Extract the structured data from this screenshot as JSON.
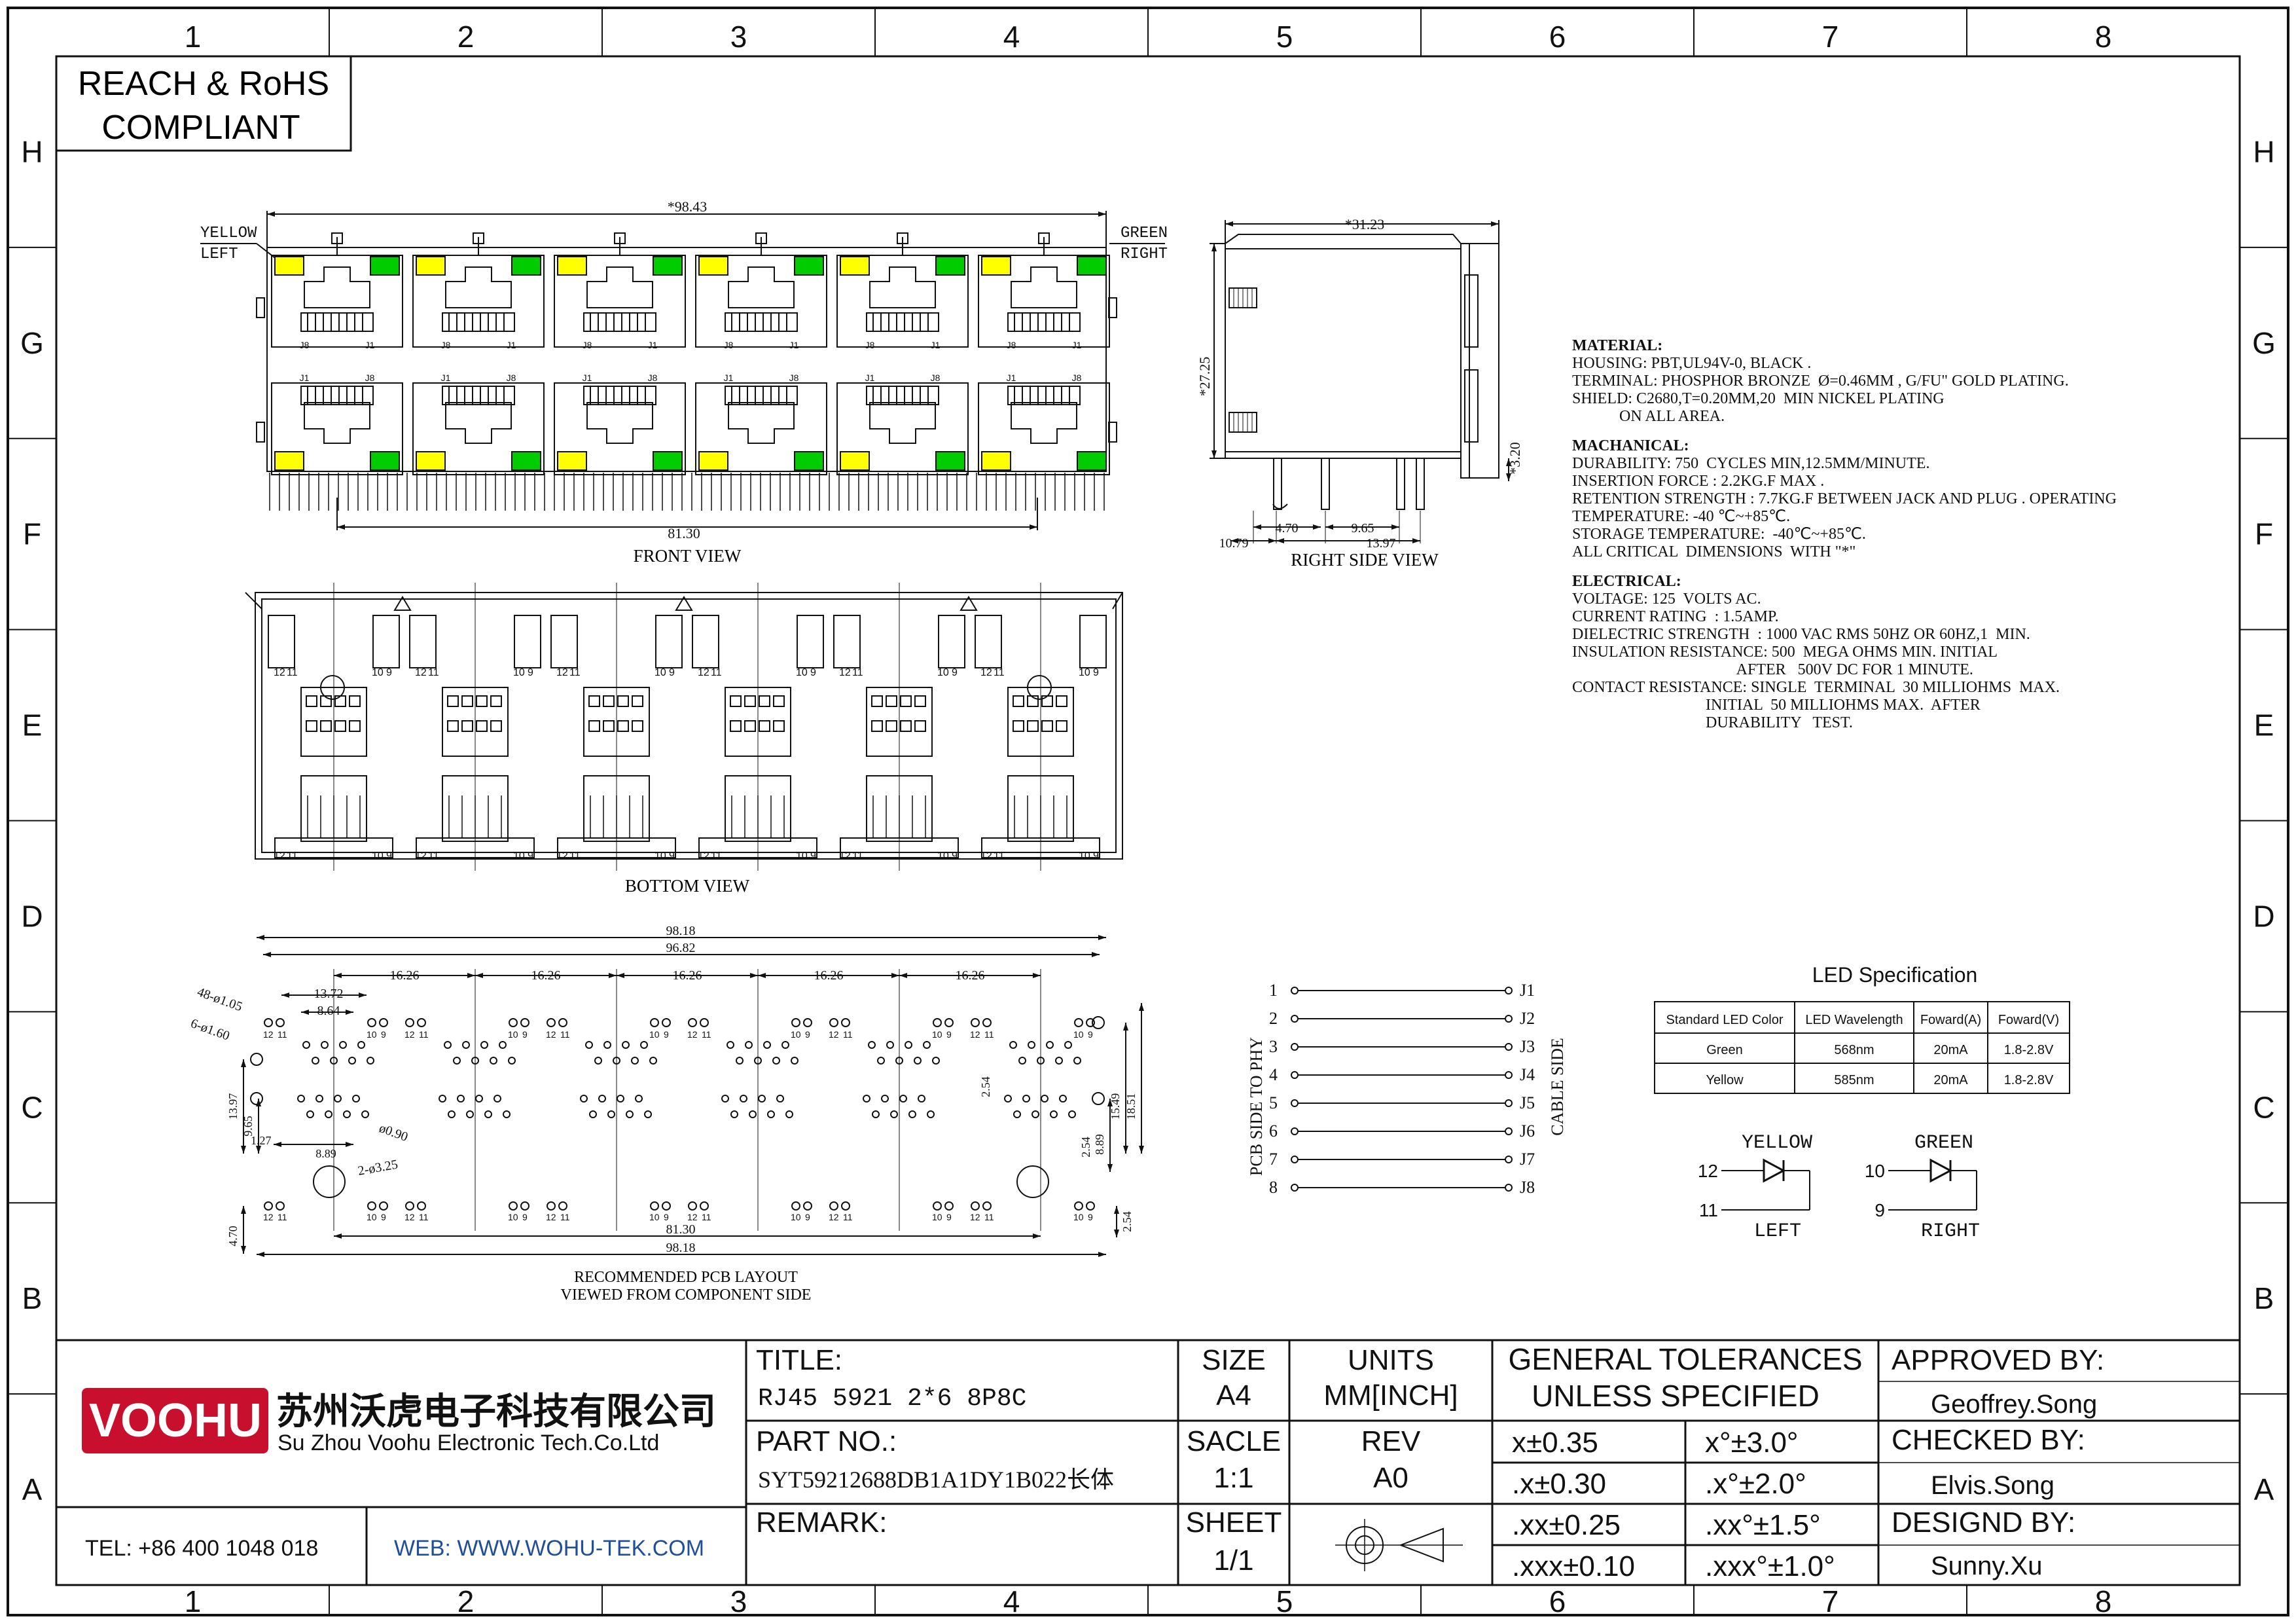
{
  "compliance": [
    "REACH & RoHS",
    "COMPLIANT"
  ],
  "zones": {
    "cols": [
      "1",
      "2",
      "3",
      "4",
      "5",
      "6",
      "7",
      "8"
    ],
    "rows": [
      "H",
      "G",
      "F",
      "E",
      "D",
      "C",
      "B",
      "A"
    ]
  },
  "front_view": {
    "title": "FRONT VIEW",
    "led_left": [
      "YELLOW",
      "LEFT"
    ],
    "led_right": [
      "GREEN",
      "RIGHT"
    ],
    "dim_width": "*98.43",
    "dim_pitch": "81.30",
    "pin_j8": "J8",
    "pin_j1": "J1"
  },
  "right_side_view": {
    "title": "RIGHT SIDE VIEW",
    "dim_depth": "*31.23",
    "dim_height": "*27.25",
    "dim_pin": "*3.20",
    "dim_a": "4.70",
    "dim_b": "9.65",
    "dim_c": "10.79",
    "dim_d": "13.97"
  },
  "bottom_view": {
    "title": "BOTTOM VIEW",
    "pin_labels": [
      "12",
      "11",
      "10",
      "9"
    ]
  },
  "pcb_layout": {
    "title": [
      "RECOMMENDED PCB LAYOUT",
      "VIEWED FROM COMPONENT SIDE"
    ],
    "dims": {
      "w1": "98.18",
      "w2": "96.82",
      "pitch": "16.26",
      "d1": "13.72",
      "d2": "8.64",
      "hole1": "48-ø1.05",
      "hole2": "6-ø1.60",
      "hole3": "2-ø3.25",
      "hole4": "ø0.90",
      "v1": "13.97",
      "v2": "9.65",
      "v3": "1.27",
      "v4": "8.89",
      "v5": "2.54",
      "v6": "15.49",
      "v7": "18.51",
      "v8": "8.89",
      "v9": "2.54",
      "v10": "2.54",
      "v11": "4.70",
      "w3": "81.30",
      "w4": "98.18"
    }
  },
  "pin_diagram": {
    "left_label": "PCB SIDE TO PHY",
    "right_label": "CABLE SIDE",
    "left_pins": [
      "1",
      "2",
      "3",
      "4",
      "5",
      "6",
      "7",
      "8"
    ],
    "right_pins": [
      "J1",
      "J2",
      "J3",
      "J4",
      "J5",
      "J6",
      "J7",
      "J8"
    ]
  },
  "specs": [
    {
      "t": "MATERIAL:",
      "b": true
    },
    {
      "t": "HOUSING: PBT,UL94V-0, BLACK ."
    },
    {
      "t": "TERMINAL: PHOSPHOR BRONZE  Ø=0.46MM , G/FU\" GOLD PLATING."
    },
    {
      "t": "SHIELD: C2680,T=0.20MM,20  MIN NICKEL PLATING"
    },
    {
      "t": "            ON ALL AREA."
    },
    {
      "t": "MACHANICAL:",
      "b": true
    },
    {
      "t": "DURABILITY: 750  CYCLES MIN,12.5MM/MINUTE."
    },
    {
      "t": "INSERTION FORCE : 2.2KG.F MAX ."
    },
    {
      "t": "RETENTION STRENGTH : 7.7KG.F BETWEEN JACK AND PLUG . OPERATING"
    },
    {
      "t": "TEMPERATURE: -40 ℃~+85℃."
    },
    {
      "t": "STORAGE TEMPERATURE:  -40℃~+85℃."
    },
    {
      "t": "ALL CRITICAL  DIMENSIONS  WITH \"*\""
    },
    {
      "t": "ELECTRICAL:",
      "b": true
    },
    {
      "t": "VOLTAGE: 125  VOLTS AC."
    },
    {
      "t": "CURRENT RATING  : 1.5AMP."
    },
    {
      "t": "DIELECTRIC STRENGTH  : 1000 VAC RMS 50HZ OR 60HZ,1  MIN."
    },
    {
      "t": "INSULATION RESISTANCE: 500  MEGA OHMS MIN. INITIAL"
    },
    {
      "t": "                                          AFTER   500V DC FOR 1 MINUTE."
    },
    {
      "t": "CONTACT RESISTANCE: SINGLE  TERMINAL  30 MILLIOHMS  MAX."
    },
    {
      "t": "                                  INITIAL  50 MILLIOHMS MAX.  AFTER"
    },
    {
      "t": "                                  DURABILITY   TEST."
    }
  ],
  "led_spec": {
    "title": "LED Specification",
    "headers": [
      "Standard LED Color",
      "LED Wavelength",
      "Foward(A)",
      "Foward(V)"
    ],
    "rows": [
      [
        "Green",
        "568nm",
        "20mA",
        "1.8-2.8V"
      ],
      [
        "Yellow",
        "585nm",
        "20mA",
        "1.8-2.8V"
      ]
    ],
    "yellow": {
      "name": "YELLOW",
      "anode": "12",
      "cathode": "11",
      "pos": "LEFT"
    },
    "green": {
      "name": "GREEN",
      "anode": "10",
      "cathode": "9",
      "pos": "RIGHT"
    }
  },
  "title_block": {
    "logo_text": "VOOHU",
    "company_cn": "苏州沃虎电子科技有限公司",
    "company_en": "Su Zhou Voohu Electronic Tech.Co.Ltd",
    "tel": "TEL: +86 400 1048 018",
    "web": "WEB: WWW.WOHU-TEK.COM",
    "title_label": "TITLE:",
    "title_value": "RJ45  5921  2*6  8P8C",
    "partno_label": "PART NO.:",
    "partno_value": "SYT59212688DB1A1DY1B022长体",
    "remark_label": "REMARK:",
    "size_label": "SIZE",
    "size_value": "A4",
    "scale_label": "SACLE",
    "scale_value": "1:1",
    "sheet_label": "SHEET",
    "sheet_value": "1/1",
    "units_label": "UNITS",
    "units_value": "MM[INCH]",
    "rev_label": "REV",
    "rev_value": "A0",
    "tol_title": [
      "GENERAL TOLERANCES",
      "UNLESS SPECIFIED"
    ],
    "tol": [
      [
        "x±0.35",
        "x°±3.0°"
      ],
      [
        ".x±0.30",
        ".x°±2.0°"
      ],
      [
        ".xx±0.25",
        ".xx°±1.5°"
      ],
      [
        ".xxx±0.10",
        ".xxx°±1.0°"
      ]
    ],
    "approved_label": "APPROVED BY:",
    "approved_value": "Geoffrey.Song",
    "checked_label": "CHECKED BY:",
    "checked_value": "Elvis.Song",
    "designed_label": "DESIGND BY:",
    "designed_value": "Sunny.Xu"
  },
  "colors": {
    "yellow": "#ffff00",
    "green": "#00cc00",
    "logo_red": "#c8102e",
    "web_blue": "#1f4e9c"
  }
}
